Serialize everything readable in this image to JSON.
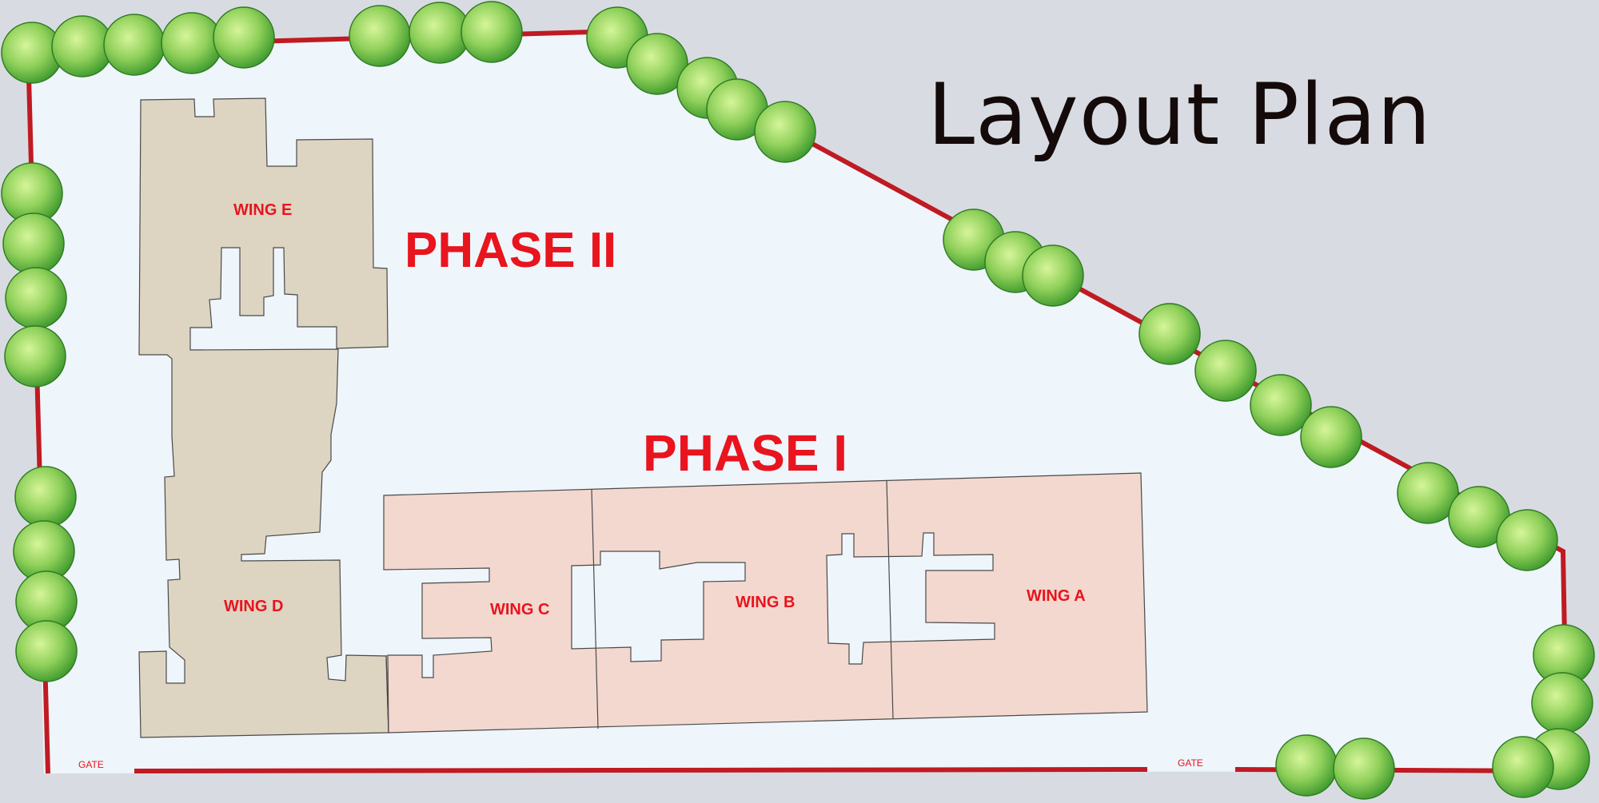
{
  "title": "Layout Plan",
  "phases": {
    "phase_2": "PHASE II",
    "phase_1": "PHASE I"
  },
  "wings": {
    "wing_a": "WING A",
    "wing_b": "WING B",
    "wing_c": "WING C",
    "wing_d": "WING D",
    "wing_e": "WING E"
  },
  "gates": {
    "left": "GATE",
    "right": "GATE"
  },
  "colors": {
    "site_fill": "#eef5fb",
    "boundary": "#c01a22",
    "phase_1_fill": "#f2d8cf",
    "phase_2_fill": "#ddd4c2",
    "label_red": "#e8141e",
    "tree_green": "#58b43c",
    "tree_light": "#c6ec84",
    "background": "#d8dce2"
  }
}
